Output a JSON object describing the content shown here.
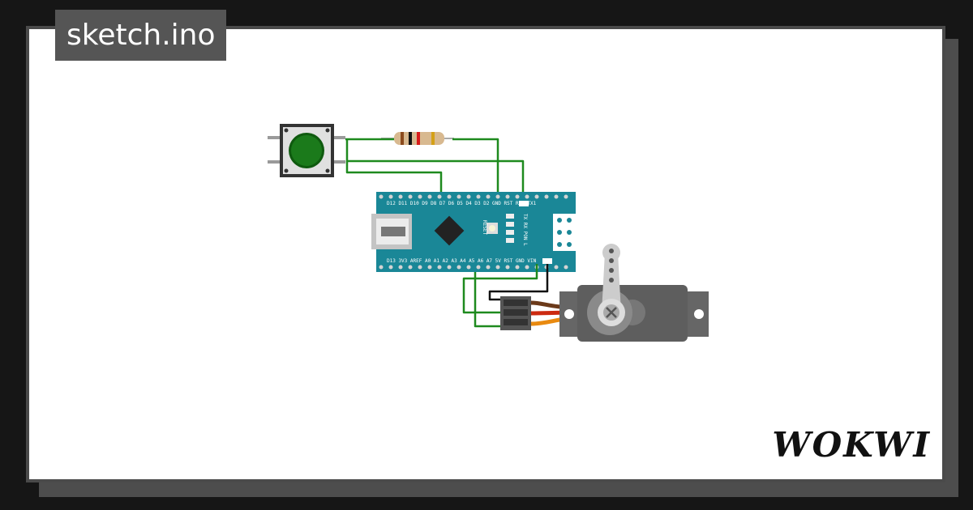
{
  "page": {
    "file_title": "sketch.ino",
    "brand": "WOKWI"
  },
  "colors": {
    "page_bg": "#161616",
    "board": "#1a8797",
    "wire_green": "#1e8a1e",
    "wire_black": "#111111",
    "wire_orange": "#e98a10",
    "wire_red": "#cc2a10",
    "servo_body": "#666666",
    "button_cap": "#1b7a1b"
  },
  "icons": {
    "pushbutton": "pushbutton-icon",
    "resistor": "resistor-icon",
    "arduino": "arduino-nano-icon",
    "servo": "servo-motor-icon"
  },
  "board": {
    "top_labels": "D12 D11 D10 D9 D8 D7 D6 D5 D4 D3 D2 GND RST RX0 TX1",
    "bottom_labels": "D13 3V3 AREF A0 A1 A2 A3 A4 A5 A6 A7 5V RST GND VIN",
    "reset_label": "RESET",
    "led_labels": "TX RX PON L"
  }
}
